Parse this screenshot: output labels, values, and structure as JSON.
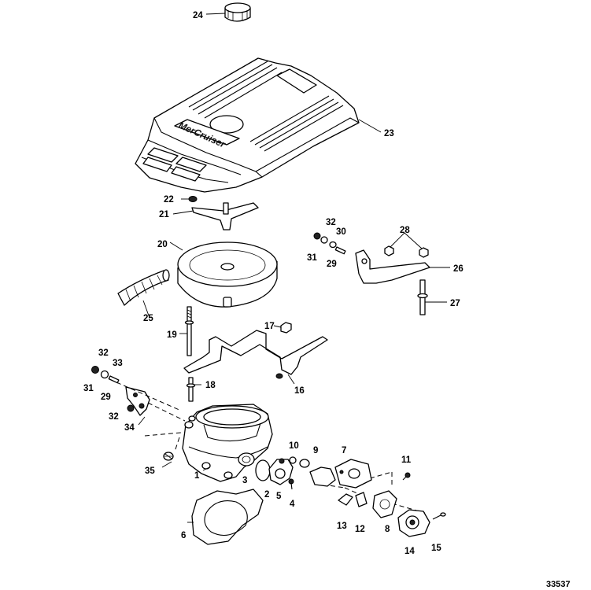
{
  "diagram": {
    "brand_logo": "MerCruiser",
    "reference_number": "33537",
    "callouts": {
      "c1": "1",
      "c2": "2",
      "c3": "3",
      "c4": "4",
      "c5": "5",
      "c6": "6",
      "c7": "7",
      "c8": "8",
      "c9": "9",
      "c10": "10",
      "c11": "11",
      "c12": "12",
      "c13": "13",
      "c14": "14",
      "c15": "15",
      "c16": "16",
      "c17": "17",
      "c18": "18",
      "c19": "19",
      "c20": "20",
      "c21": "21",
      "c22": "22",
      "c23": "23",
      "c24": "24",
      "c25": "25",
      "c26": "26",
      "c27": "27",
      "c28": "28",
      "c29a": "29",
      "c29b": "29",
      "c30": "30",
      "c31a": "31",
      "c31b": "31",
      "c32a": "32",
      "c32b": "32",
      "c32c": "32",
      "c33": "33",
      "c34": "34",
      "c35": "35"
    }
  }
}
